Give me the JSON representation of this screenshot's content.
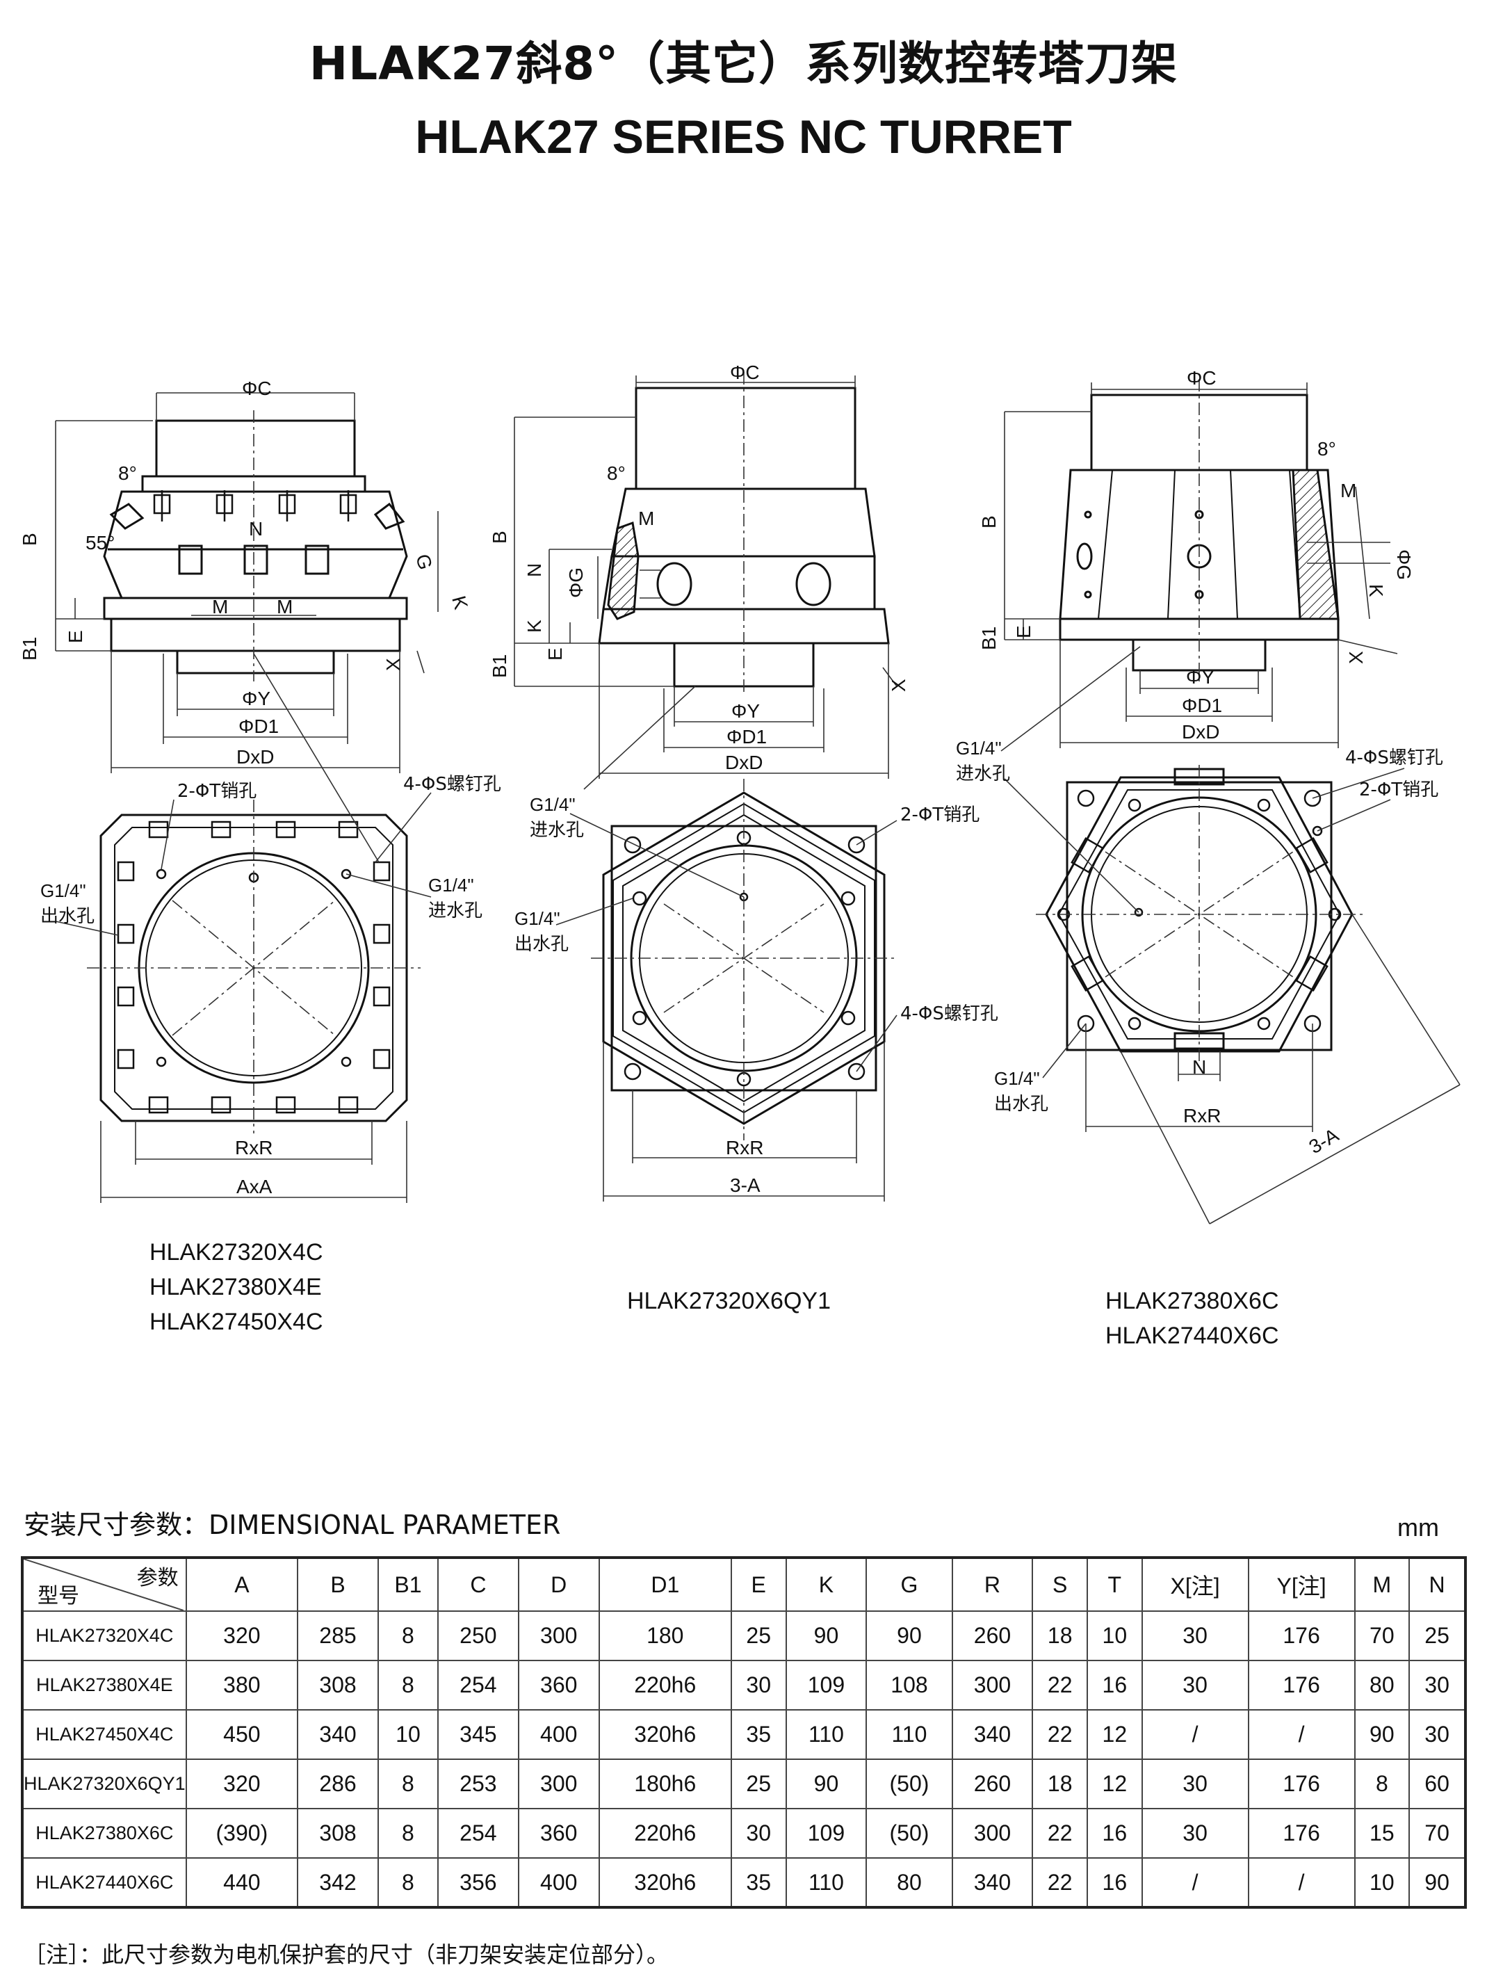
{
  "title_cn": "HLAK27斜8°（其它）系列数控转塔刀架",
  "title_en": "HLAK27 SERIES NC TURRET",
  "drawings": {
    "labels": {
      "phiC": "ΦC",
      "phiY": "ΦY",
      "phiD1": "ΦD1",
      "DxD": "DxD",
      "RxR": "RxR",
      "AxA": "AxA",
      "threeA": "3-A",
      "B": "B",
      "B1": "B1",
      "E": "E",
      "K": "K",
      "G": "G",
      "phiG": "ΦG",
      "N": "N",
      "M": "M",
      "X": "X",
      "deg8": "8°",
      "deg55": "55°",
      "pin_hole": "2-ΦT销孔",
      "screw_hole": "4-ΦS螺钉孔",
      "g14": "G1/4\"",
      "inlet": "进水孔",
      "outlet": "出水孔"
    },
    "models_left": [
      "HLAK27320X4C",
      "HLAK27380X4E",
      "HLAK27450X4C"
    ],
    "models_mid": [
      "HLAK27320X6QY1"
    ],
    "models_right": [
      "HLAK27380X6C",
      "HLAK27440X6C"
    ]
  },
  "params": {
    "heading": "安装尺寸参数：DIMENSIONAL PARAMETER",
    "unit": "mm",
    "corner_top": "参数",
    "corner_bottom": "型号",
    "columns": [
      "A",
      "B",
      "B1",
      "C",
      "D",
      "D1",
      "E",
      "K",
      "G",
      "R",
      "S",
      "T",
      "X[注]",
      "Y[注]",
      "M",
      "N"
    ],
    "rows": [
      [
        "HLAK27320X4C",
        "320",
        "285",
        "8",
        "250",
        "300",
        "180",
        "25",
        "90",
        "90",
        "260",
        "18",
        "10",
        "30",
        "176",
        "70",
        "25"
      ],
      [
        "HLAK27380X4E",
        "380",
        "308",
        "8",
        "254",
        "360",
        "220h6",
        "30",
        "109",
        "108",
        "300",
        "22",
        "16",
        "30",
        "176",
        "80",
        "30"
      ],
      [
        "HLAK27450X4C",
        "450",
        "340",
        "10",
        "345",
        "400",
        "320h6",
        "35",
        "110",
        "110",
        "340",
        "22",
        "12",
        "/",
        "/",
        "90",
        "30"
      ],
      [
        "HLAK27320X6QY1",
        "320",
        "286",
        "8",
        "253",
        "300",
        "180h6",
        "25",
        "90",
        "(50)",
        "260",
        "18",
        "12",
        "30",
        "176",
        "8",
        "60"
      ],
      [
        "HLAK27380X6C",
        "(390)",
        "308",
        "8",
        "254",
        "360",
        "220h6",
        "30",
        "109",
        "(50)",
        "300",
        "22",
        "16",
        "30",
        "176",
        "15",
        "70"
      ],
      [
        "HLAK27440X6C",
        "440",
        "342",
        "8",
        "356",
        "400",
        "320h6",
        "35",
        "110",
        "80",
        "340",
        "22",
        "16",
        "/",
        "/",
        "10",
        "90"
      ]
    ]
  },
  "footnote": "［注］：此尺寸参数为电机保护套的尺寸（非刀架安装定位部分）。"
}
